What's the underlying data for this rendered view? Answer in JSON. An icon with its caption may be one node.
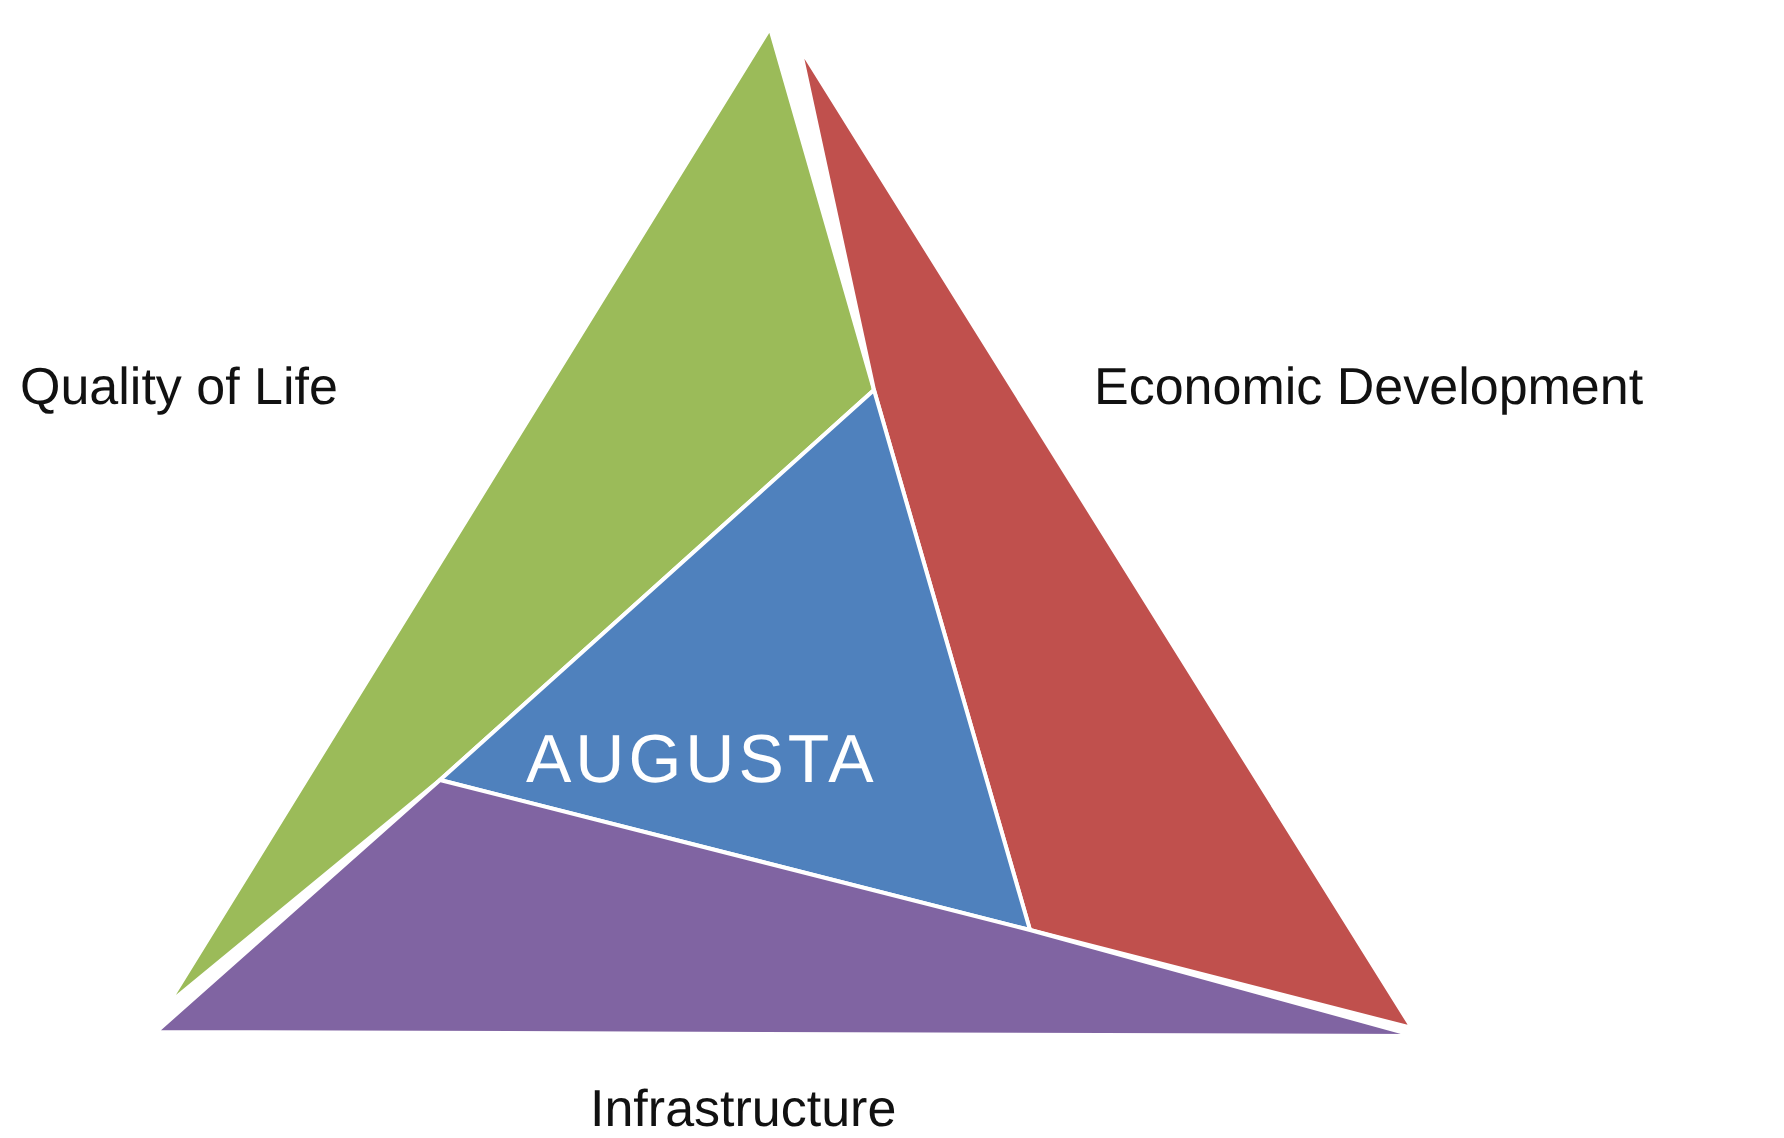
{
  "diagram": {
    "nodes": [
      {
        "text": [
          "Quality of Life"
        ]
      },
      {
        "text": [
          "Economic Development"
        ]
      },
      {
        "text": [
          "AUGUSTA"
        ]
      },
      {
        "text": [
          "Infrastructure"
        ]
      }
    ]
  }
}
